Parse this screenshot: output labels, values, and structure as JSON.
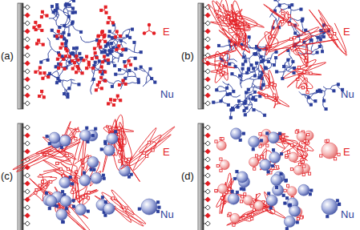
{
  "diagram": {
    "labels": [
      "(a)",
      "E",
      "Nu",
      "(b)",
      "E",
      "Nu",
      "(c)",
      "E",
      "Nu",
      "(d)",
      "E",
      "Nu"
    ]
  }
}
